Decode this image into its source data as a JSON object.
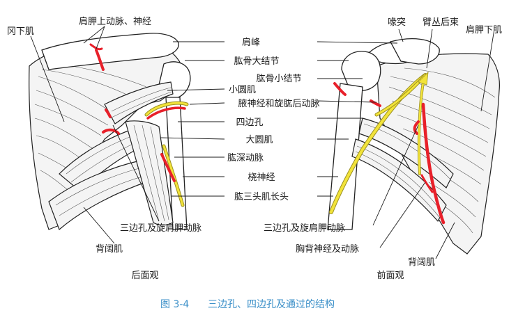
{
  "colors": {
    "artery": "#e8202a",
    "nerve": "#f2e33a",
    "caption": "#3a8fc8"
  },
  "labels": {
    "infraspinatus": "冈下肌",
    "suprascapular": "肩胛上动脉、神经",
    "acromion": "肩峰",
    "greater_tubercle": "肱骨大结节",
    "lesser_tubercle": "肱骨小结节",
    "teres_minor": "小圆肌",
    "axillary": "腋神经和旋肱后动脉",
    "quadrangular": "四边孔",
    "teres_major": "大圆肌",
    "deep_brachial": "肱深动脉",
    "radial_nerve": "桡神经",
    "triceps_long": "肱三头肌长头",
    "triangular_circumflex": "三边孔及旋肩胛动脉",
    "latissimus_left": "背阔肌",
    "coracoid": "喙突",
    "posterior_cord": "臂丛后束",
    "subscapularis": "肩胛下肌",
    "triangular_circumflex_right": "三边孔及旋肩胛动脉",
    "thoracodorsal": "胸背神经及动脉",
    "latissimus_right": "背阔肌"
  },
  "views": {
    "posterior": "后面观",
    "anterior": "前面观"
  },
  "caption": {
    "number": "图 3-4",
    "title": "三边孔、四边孔及通过的结构"
  }
}
